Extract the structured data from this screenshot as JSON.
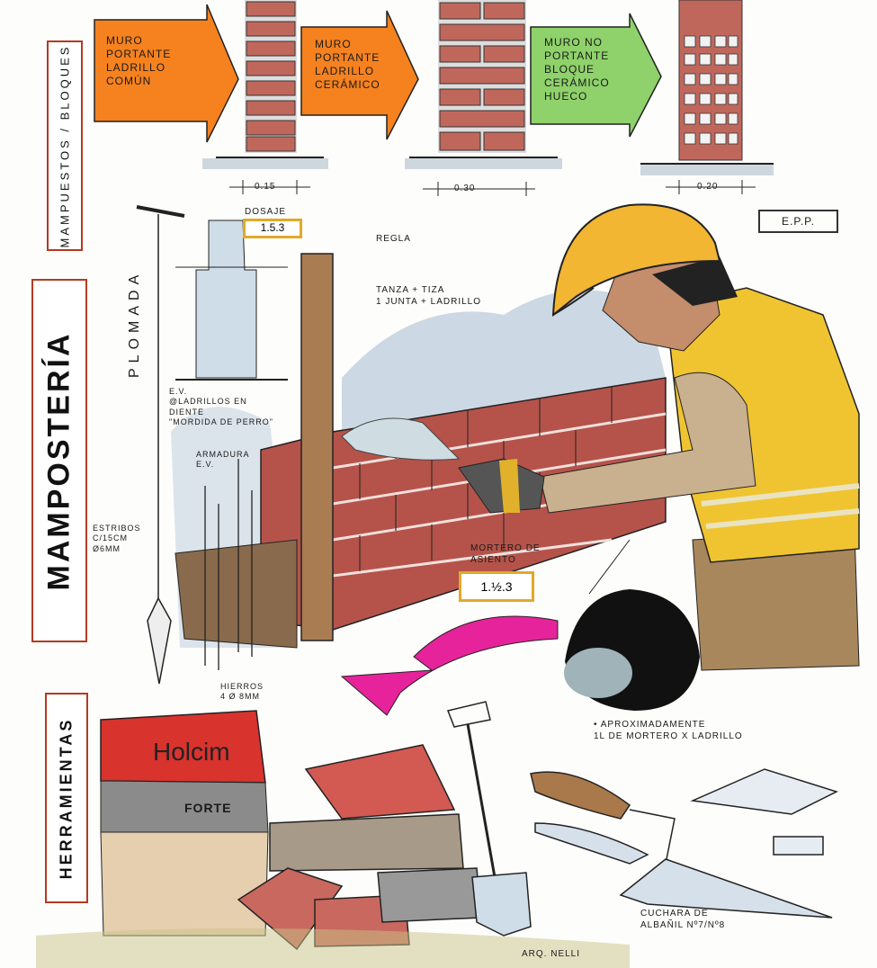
{
  "section_titles": {
    "mampuestos": "MAMPUESTOS / BLOQUES",
    "mamposteria": "MAMPOSTERÍA",
    "herramientas": "HERRAMIENTAS"
  },
  "wall_types": [
    {
      "label": "MURO\nPORTANTE\nLADRILLO\nCOMÚN",
      "thickness": "0.15",
      "color": "#f5821f"
    },
    {
      "label": "MURO\nPORTANTE\nLADRILLO\nCERÁMICO",
      "thickness": "0.30",
      "color": "#f5821f"
    },
    {
      "label": "MURO NO\nPORTANTE\nBLOQUE\nCERÁMICO\nHUECO",
      "thickness": "0.20",
      "color": "#8fd16a"
    }
  ],
  "annotations": {
    "plomada": "PLOMADA",
    "dosaje_label": "DOSAJE",
    "dosaje_value": "1.5.3",
    "regla": "REGLA",
    "tanza": "TANZA + TIZA\n1 JUNTA + LADRILLO",
    "ev_note": "E.V.\n@LADRILLOS EN\nDIENTE\n\"MORDIDA DE PERRO\"",
    "armadura": "ARMADURA\nE.V.",
    "estribos": "ESTRIBOS\nC/15cm\nØ6mm",
    "hierros": "HIERROS\n4 Ø 8mm",
    "mortero_label": "MORTERO DE\nASIENTO",
    "mortero_value": "1.½.3",
    "aproximadamente": "• APROXIMADAMENTE\n1L DE MORTERO x LADRILLO",
    "epp": "E.P.P.",
    "cuchara": "CUCHARA DE\nALBAÑIL  Nº7/Nº8",
    "holcim": "Holcim",
    "forte": "FORTE",
    "signature": "ARQ. NELLI"
  },
  "colors": {
    "brick": "#b5534a",
    "frame_red": "#b33a22",
    "highlight": "#e0a92a",
    "helmet": "#f2b632",
    "vest": "#f0c431",
    "pink_arrow": "#e6239b"
  }
}
